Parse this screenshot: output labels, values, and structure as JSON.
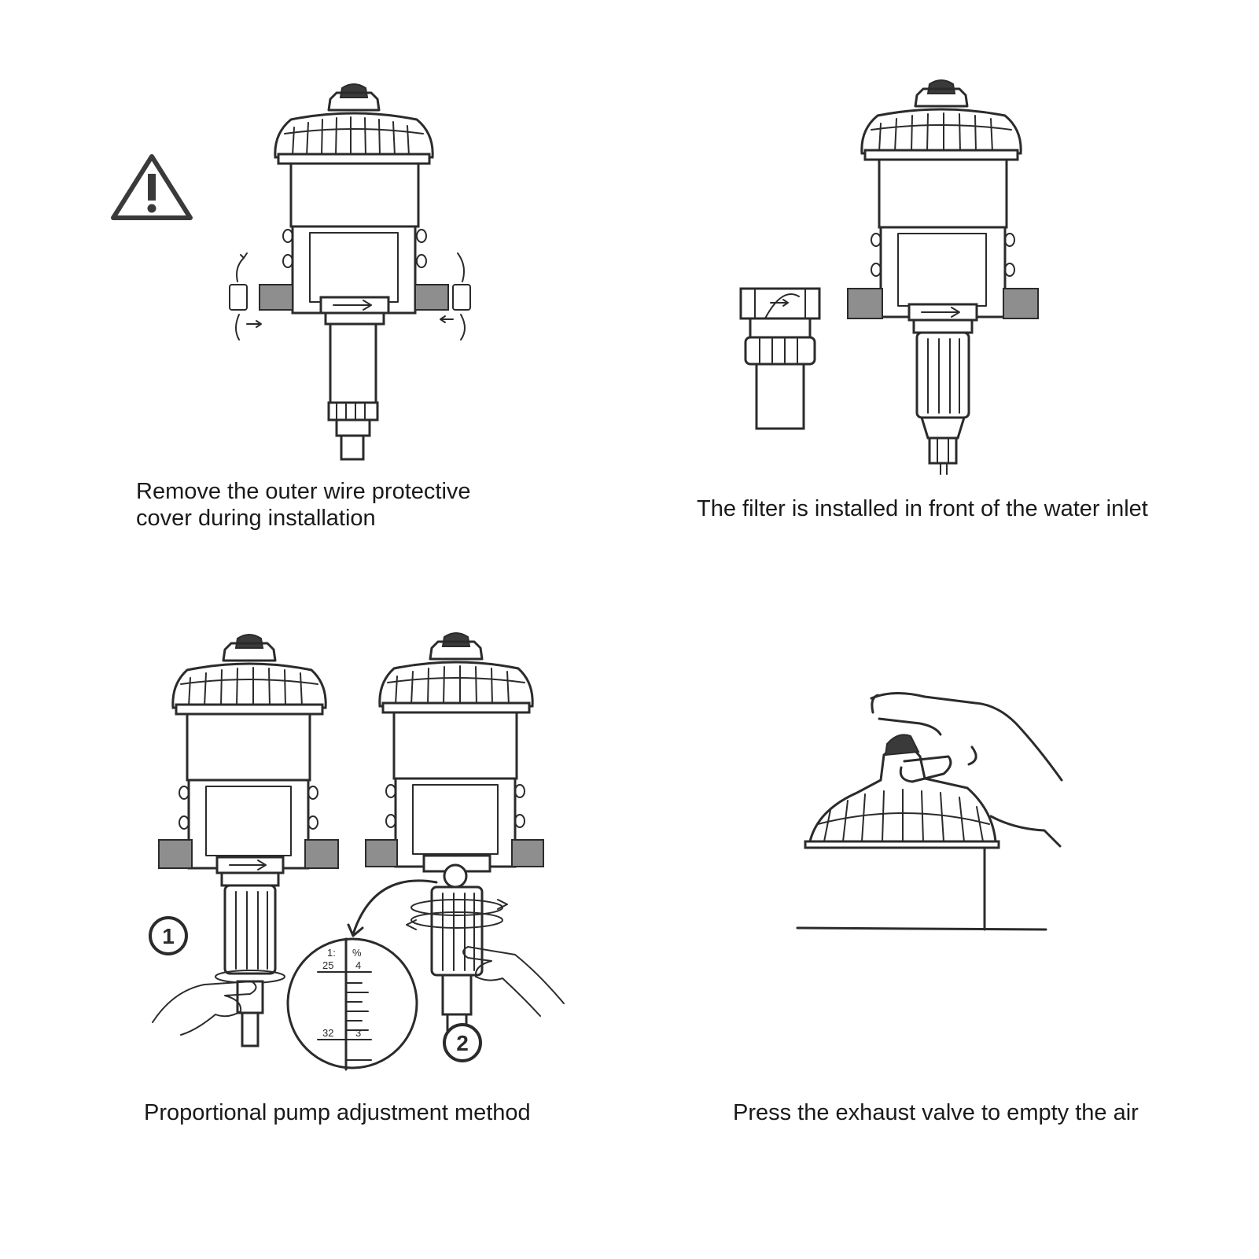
{
  "panels": [
    {
      "caption_lines": [
        "Remove the outer wire protective",
        "cover during installation"
      ]
    },
    {
      "caption_lines": [
        "The filter is installed in front of the water inlet"
      ]
    },
    {
      "caption_lines": [
        "Proportional pump adjustment method"
      ]
    },
    {
      "caption_lines": [
        "Press the exhaust valve to empty the air"
      ]
    }
  ],
  "step_badges": [
    "1",
    "2"
  ],
  "scale": {
    "left_header": "1:",
    "right_header": "%",
    "left_marks": [
      "25",
      "32"
    ],
    "right_marks": [
      "4",
      "3"
    ]
  },
  "icons": [
    "warning-icon",
    "dosing-pump",
    "inline-filter",
    "hand"
  ],
  "colors": {
    "line": "#2b2b2b",
    "fitting": "#8e8e8e",
    "cap": "#3a3a3a"
  }
}
